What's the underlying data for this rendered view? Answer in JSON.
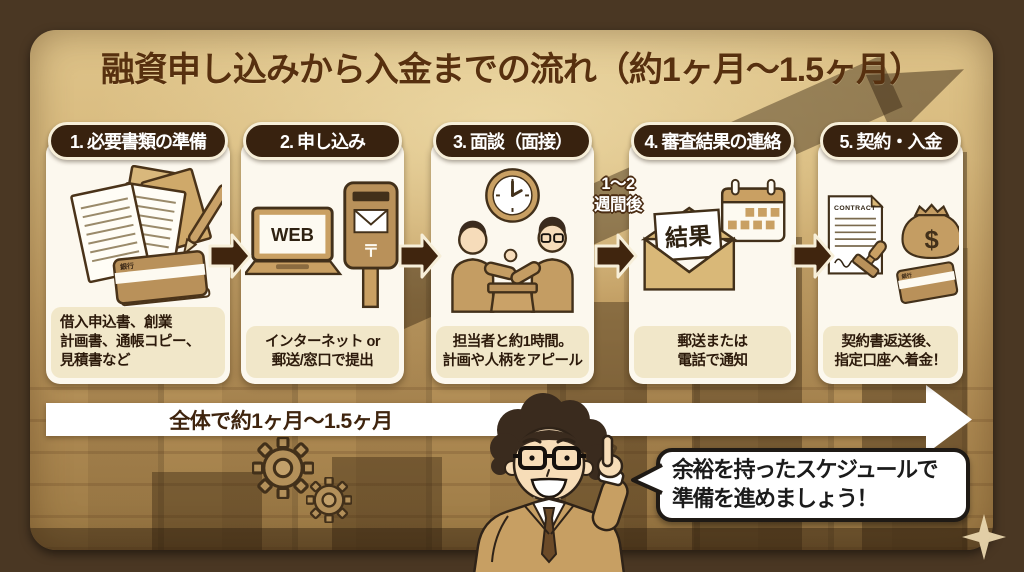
{
  "title": "融資申し込みから入金までの流れ（約1ヶ月〜1.5ヶ月）",
  "steps": [
    {
      "header": "1. 必要書類の準備",
      "desc": [
        "借入申込書、創業",
        "計画書、通帳コピー、",
        "見積書など"
      ],
      "icon": "documents-pen-bankbook-icon",
      "bankbook_label": "銀行"
    },
    {
      "header": "2. 申し込み",
      "desc": [
        "インターネット or",
        "郵送/窓口で提出"
      ],
      "icon": "laptop-postbox-icon",
      "web_label": "WEB",
      "post_mark": "〒"
    },
    {
      "header": "3. 面談（面接）",
      "desc": [
        "担当者と約1時間。",
        "計画や人柄をアピール"
      ],
      "icon": "clock-interview-icon"
    },
    {
      "header": "4. 審査結果の連絡",
      "desc": [
        "郵送または",
        "電話で通知"
      ],
      "icon": "result-envelope-calendar-icon",
      "envelope_label": "結果"
    },
    {
      "header": "5. 契約・入金",
      "desc": [
        "契約書返送後、",
        "指定口座へ着金！"
      ],
      "icon": "contract-stamp-moneybag-icon",
      "contract_label": "CONTRACT",
      "money_symbol": "$",
      "bankbook_label": "銀行"
    }
  ],
  "wait_note": {
    "lines": [
      "1〜2",
      "週間後"
    ]
  },
  "timeline": {
    "label": "全体で約1ヶ月〜1.5ヶ月"
  },
  "speech_bubble": {
    "lines": [
      "余裕を持ったスケジュールで",
      "準備を進めましょう！"
    ]
  },
  "colors": {
    "wood": "#4a3723",
    "panel_top": "#dfc48a",
    "panel_bottom": "#9c7a45",
    "pill_bg": "#38220f",
    "pill_border": "#f7efd9",
    "card_bg": "#fcf8ee",
    "label_bg": "#f1e7c9",
    "title_text": "#57300f",
    "step_arrow": "#40250e",
    "timeline_arrow": "#ffffff",
    "bubble_border": "#1f1a15",
    "accent_tan": "#c49d63"
  }
}
